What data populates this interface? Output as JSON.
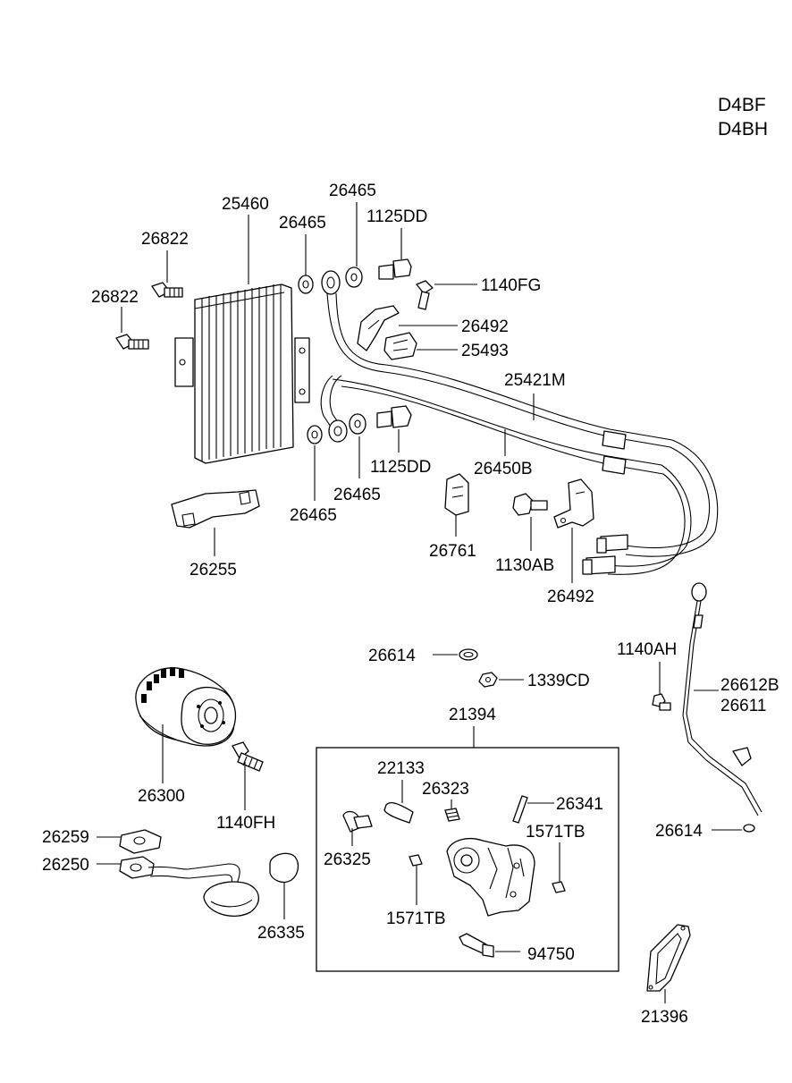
{
  "engine_codes": [
    "D4BF",
    "D4BH"
  ],
  "parts": {
    "p25460": "25460",
    "p26822_a": "26822",
    "p26822_b": "26822",
    "p26465_a": "26465",
    "p26465_b": "26465",
    "p26465_c": "26465",
    "p26465_d": "26465",
    "p1125DD_a": "1125DD",
    "p1125DD_b": "1125DD",
    "p1140FG": "1140FG",
    "p26492_a": "26492",
    "p26492_b": "26492",
    "p25493": "25493",
    "p25421M": "25421M",
    "p26450B": "26450B",
    "p26761": "26761",
    "p1130AB": "1130AB",
    "p26255": "26255",
    "p26614_a": "26614",
    "p26614_b": "26614",
    "p1339CD": "1339CD",
    "p1140AH": "1140AH",
    "p26612B": "26612B",
    "p26611": "26611",
    "p21394": "21394",
    "p26300": "26300",
    "p1140FH": "1140FH",
    "p26259": "26259",
    "p26250": "26250",
    "p26335": "26335",
    "p22133": "22133",
    "p26323": "26323",
    "p26341": "26341",
    "p1571TB_a": "1571TB",
    "p1571TB_b": "1571TB",
    "p26325": "26325",
    "p94750": "94750",
    "p21396": "21396"
  }
}
